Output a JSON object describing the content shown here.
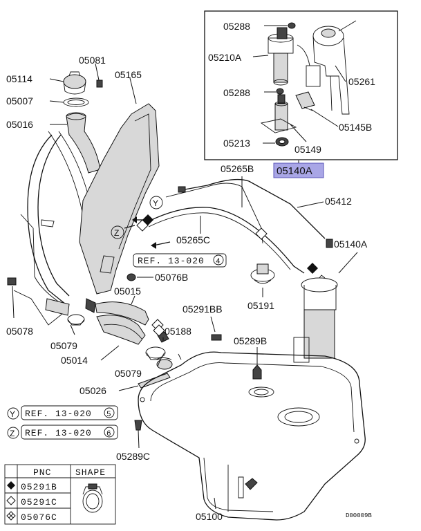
{
  "labels": {
    "p05288a": "05288",
    "p05210a": "05210A",
    "p05261": "05261",
    "p05288b": "05288",
    "p05145b": "05145B",
    "p05213": "05213",
    "p05149": "05149",
    "p05140a_box": "05140A",
    "p05081": "05081",
    "p05114": "05114",
    "p05165": "05165",
    "p05007": "05007",
    "p05016": "05016",
    "p05265b": "05265B",
    "p05412": "05412",
    "p05265c": "05265C",
    "p05140a": "05140A",
    "p05076b": "05076B",
    "p05015": "05015",
    "p05291bb": "05291BB",
    "p05191": "05191",
    "p05078": "05078",
    "p05079a": "05079",
    "p05188": "05188",
    "p05289b": "05289B",
    "p05014": "05014",
    "p05079b": "05079",
    "p05026": "05026",
    "p05289c": "05289C",
    "p05100": "05100"
  },
  "markers": {
    "y": "Y",
    "z": "Z"
  },
  "refs": {
    "ref_main": "REF. 13-020",
    "ref_main_num": "4",
    "ref_y": "REF. 13-020",
    "ref_y_num": "5",
    "ref_z": "REF. 13-020",
    "ref_z_num": "6"
  },
  "legend": {
    "col_pnc": "PNC",
    "col_shape": "SHAPE",
    "rows": [
      "05291B",
      "05291C",
      "05076C"
    ]
  },
  "footer": {
    "code": "D00009B"
  },
  "colors": {
    "highlight": "#a9a6e6",
    "line": "#111111"
  }
}
